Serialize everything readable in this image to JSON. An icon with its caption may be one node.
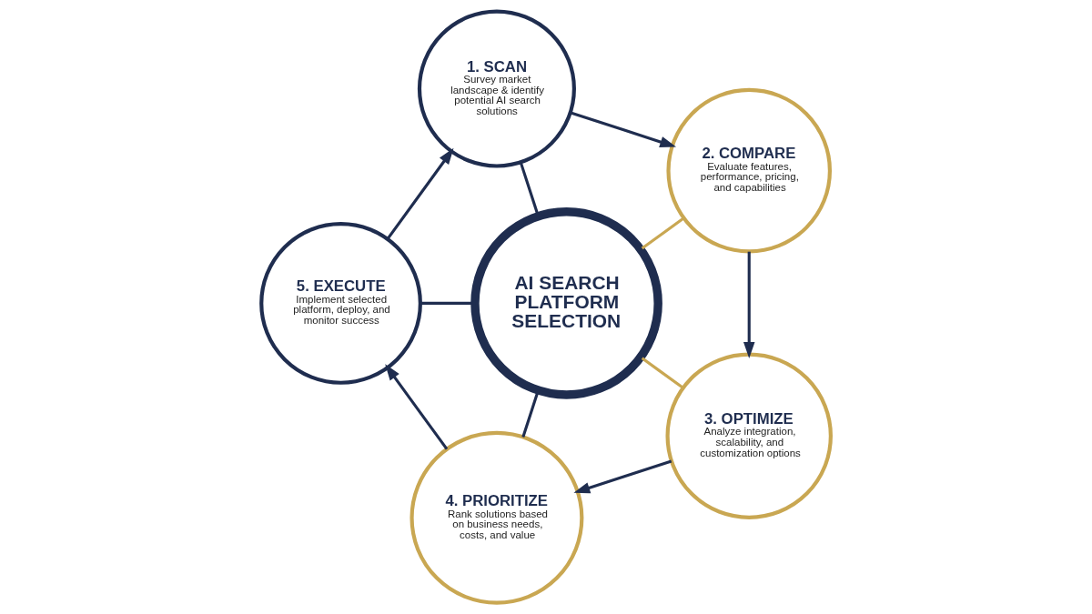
{
  "diagram": {
    "nodes": [
      {
        "text": [
          "AI SEARCH PLATFORM SELECTION"
        ]
      },
      {
        "text": [
          "1. SCAN",
          "Survey market landscape & identify potential AI search solutions"
        ]
      },
      {
        "text": [
          "2. COMPARE",
          "Evaluate features, performance, pricing, and capabilities"
        ]
      },
      {
        "text": [
          "3. OPTIMIZE",
          "Analyze integration, scalability, and customization options"
        ]
      },
      {
        "text": [
          "4. PRIORITIZE",
          "Rank solutions based on business needs, costs, and value"
        ]
      },
      {
        "text": [
          "5. EXECUTE",
          "Implement selected platform, deploy, and monitor success"
        ]
      }
    ],
    "edges": [
      {
        "from": 0,
        "to": 1,
        "arrow": "none"
      },
      {
        "from": 0,
        "to": 2,
        "arrow": "none",
        "color": "#c9a752"
      },
      {
        "from": 0,
        "to": 3,
        "arrow": "none",
        "color": "#c9a752"
      },
      {
        "from": 0,
        "to": 4,
        "arrow": "none"
      },
      {
        "from": 0,
        "to": 5,
        "arrow": "none"
      },
      {
        "from": 1,
        "to": 2,
        "arrow": "to"
      },
      {
        "from": 2,
        "to": 3,
        "arrow": "to"
      },
      {
        "from": 3,
        "to": 4,
        "arrow": "to"
      },
      {
        "from": 4,
        "to": 5,
        "arrow": "to"
      },
      {
        "from": 5,
        "to": 1,
        "arrow": "to"
      }
    ]
  }
}
